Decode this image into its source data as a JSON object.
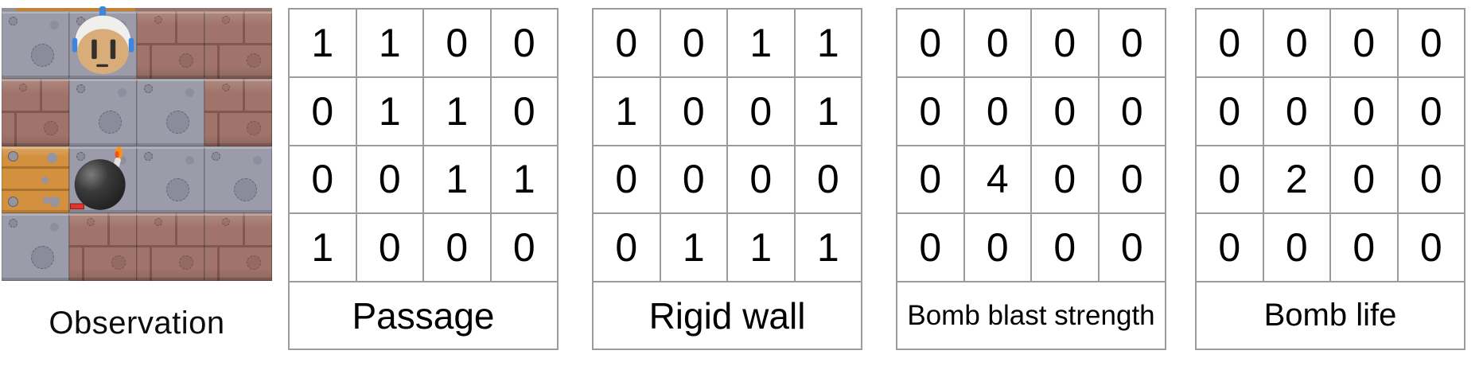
{
  "observation": {
    "label": "Observation",
    "board": {
      "rows": 4,
      "cols": 4,
      "tiles": [
        [
          "P",
          "A",
          "R",
          "R"
        ],
        [
          "R",
          "P",
          "P",
          "R"
        ],
        [
          "W",
          "B",
          "P",
          "P"
        ],
        [
          "P",
          "R",
          "R",
          "R"
        ]
      ],
      "tile_legend": {
        "P": "passage",
        "R": "rigid-wall",
        "W": "wooden-crate",
        "A": "agent-on-passage",
        "B": "bomb-on-passage"
      }
    }
  },
  "grids": [
    {
      "label": "Passage",
      "values": [
        [
          1,
          1,
          0,
          0
        ],
        [
          0,
          1,
          1,
          0
        ],
        [
          0,
          0,
          1,
          1
        ],
        [
          1,
          0,
          0,
          0
        ]
      ]
    },
    {
      "label": "Rigid wall",
      "values": [
        [
          0,
          0,
          1,
          1
        ],
        [
          1,
          0,
          0,
          1
        ],
        [
          0,
          0,
          0,
          0
        ],
        [
          0,
          1,
          1,
          1
        ]
      ]
    },
    {
      "label": "Bomb blast strength",
      "values": [
        [
          0,
          0,
          0,
          0
        ],
        [
          0,
          0,
          0,
          0
        ],
        [
          0,
          4,
          0,
          0
        ],
        [
          0,
          0,
          0,
          0
        ]
      ]
    },
    {
      "label": "Bomb life",
      "values": [
        [
          0,
          0,
          0,
          0
        ],
        [
          0,
          0,
          0,
          0
        ],
        [
          0,
          2,
          0,
          0
        ],
        [
          0,
          0,
          0,
          0
        ]
      ]
    }
  ],
  "palette": {
    "stone": "#9b9baa",
    "brick": "#a0746a",
    "brick-dark": "#7f5850",
    "wood": "#d3913f",
    "wood-dark": "#a8712c",
    "bolt": "#95949f",
    "agent-helmet": "#efefec",
    "agent-face": "#d9ad79",
    "agent-blue": "#3d85dd",
    "agent-dark": "#332f2d",
    "bomb-body": "#2e2e2e",
    "flame-orange": "#ff9016",
    "flame-red": "#ea511d",
    "fuse": "#e3e3e3",
    "redbar": "#e5332a",
    "grid-border": "#9b9b9b"
  }
}
